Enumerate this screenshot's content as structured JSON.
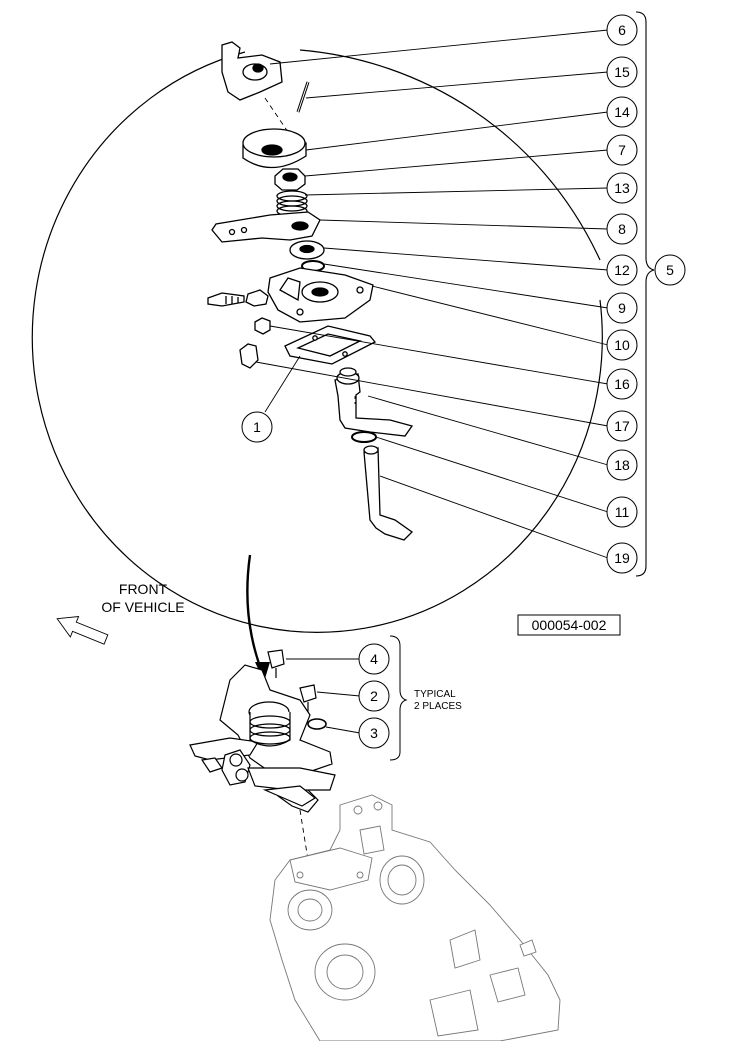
{
  "callouts": {
    "c6": "6",
    "c15": "15",
    "c14": "14",
    "c7": "7",
    "c13": "13",
    "c8": "8",
    "c12": "12",
    "c9": "9",
    "c10": "10",
    "c16": "16",
    "c17": "17",
    "c18": "18",
    "c11": "11",
    "c19": "19",
    "c1": "1",
    "c5": "5",
    "c4": "4",
    "c2": "2",
    "c3": "3"
  },
  "notes": {
    "front_line1": "FRONT",
    "front_line2": "OF VEHICLE",
    "typical_line1": "TYPICAL",
    "typical_line2": "2 PLACES",
    "drawing_number": "000054-002"
  }
}
